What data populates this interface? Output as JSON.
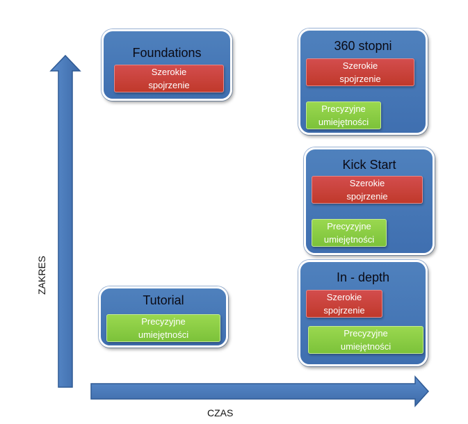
{
  "axes": {
    "y_label": "ZAKRES",
    "x_label": "CZAS",
    "color": "#4f81bd"
  },
  "boxes": [
    {
      "title": "Foundations",
      "chips": [
        {
          "type": "red",
          "text": "Szerokie\nspojrzenie"
        }
      ]
    },
    {
      "title": "360 stopni",
      "chips": [
        {
          "type": "red",
          "text": "Szerokie\nspojrzenie"
        },
        {
          "type": "green",
          "text": "Precyzyjne\numiejętności"
        }
      ]
    },
    {
      "title": "Kick Start",
      "chips": [
        {
          "type": "red",
          "text": "Szerokie\nspojrzenie"
        },
        {
          "type": "green",
          "text": "Precyzyjne\numiejętności"
        }
      ]
    },
    {
      "title": "Tutorial",
      "chips": [
        {
          "type": "green",
          "text": "Precyzyjne\numiejętności"
        }
      ]
    },
    {
      "title": "In - depth",
      "chips": [
        {
          "type": "red",
          "text": "Szerokie\nspojrzenie"
        },
        {
          "type": "green",
          "text": "Precyzyjne\numiejętności"
        }
      ]
    }
  ],
  "colors": {
    "box": "#4f81bd",
    "red_chip": "#c94040",
    "green_chip": "#8ccf45"
  }
}
